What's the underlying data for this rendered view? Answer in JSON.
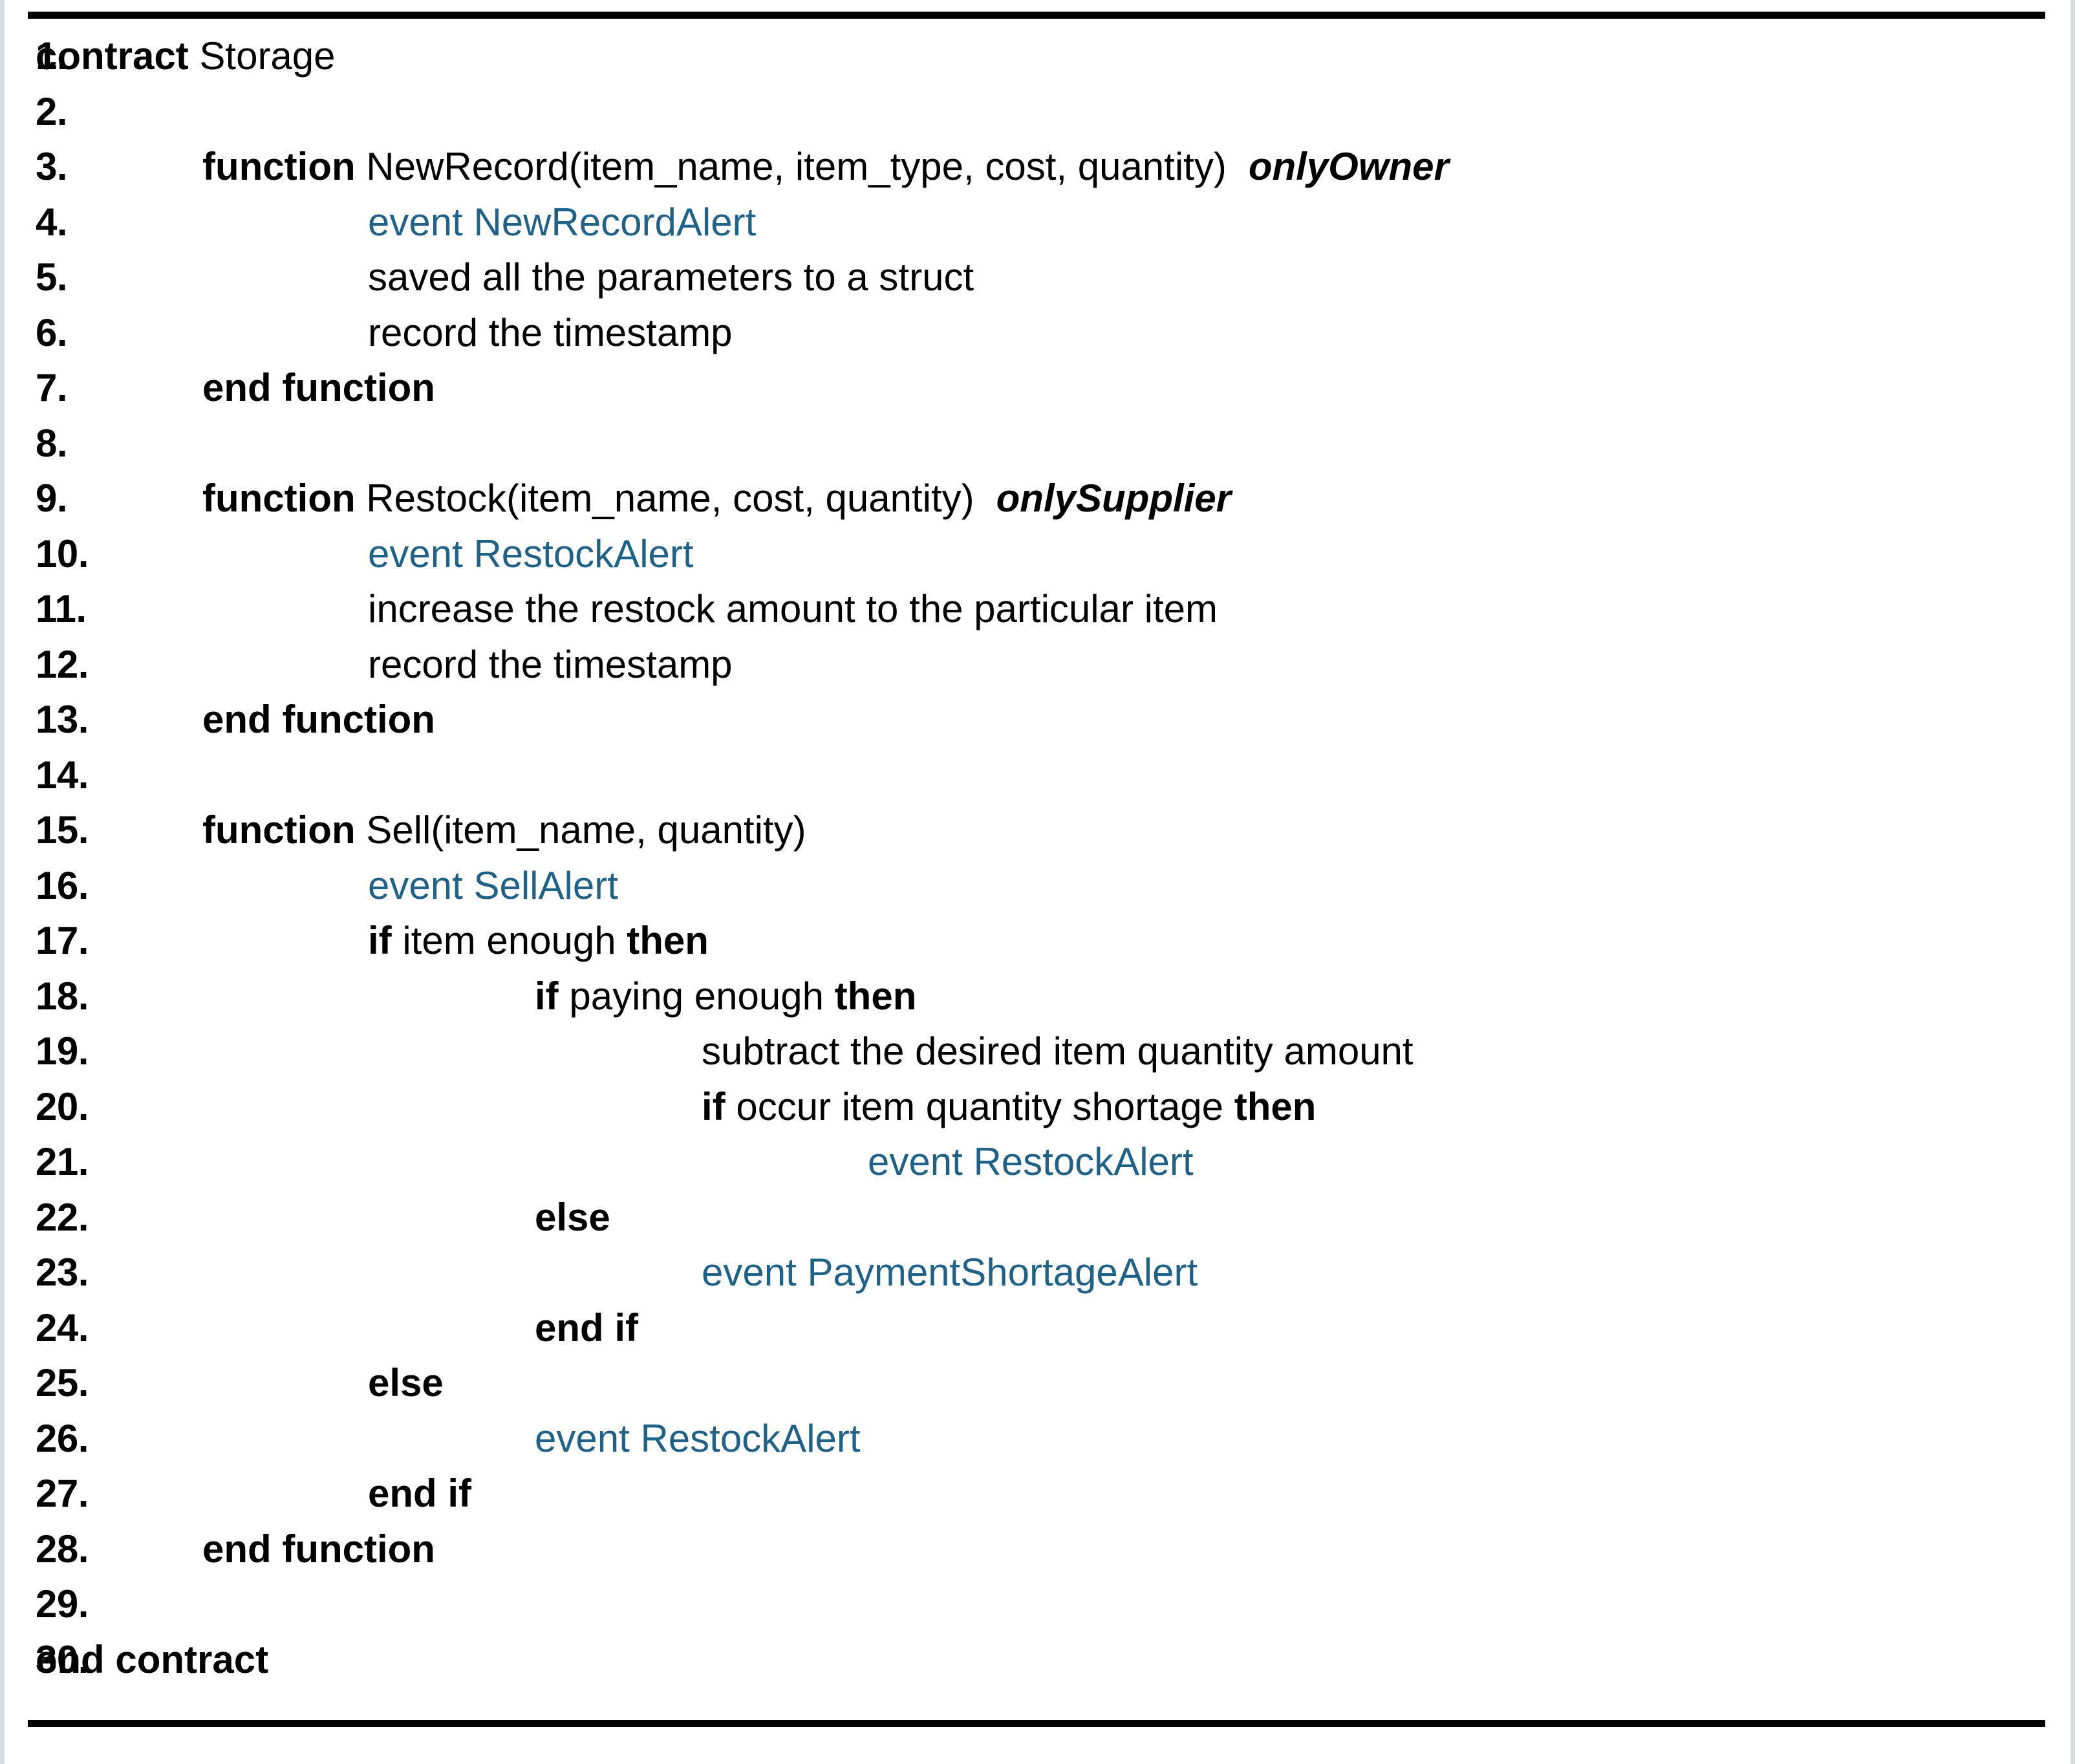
{
  "document": {
    "kind": "pseudocode-listing",
    "title_line": "contract Storage",
    "colors": {
      "text": "#000000",
      "event_blue": "#206287",
      "rule_black": "#000000",
      "frame_grey": "#d9dcdf",
      "background": "#ffffff"
    },
    "total_lines": 30
  },
  "lines": [
    {
      "no": "1.",
      "indent": 0,
      "text": "contract Storage",
      "parts": [
        {
          "t": "contract",
          "s": "kw"
        },
        {
          "t": " Storage",
          "s": "plain"
        }
      ]
    },
    {
      "no": "2.",
      "indent": 0,
      "text": "",
      "parts": []
    },
    {
      "no": "3.",
      "indent": 1,
      "text": "function NewRecord(item_name, item_type, cost, quantity)   onlyOwner",
      "parts": [
        {
          "t": "function",
          "s": "kw"
        },
        {
          "t": " NewRecord(item_name, item_type, cost, quantity)",
          "s": "plain"
        },
        {
          "t": "   ",
          "s": "gap"
        },
        {
          "t": "onlyOwner",
          "s": "mod"
        }
      ]
    },
    {
      "no": "4.",
      "indent": 2,
      "text": "event NewRecordAlert",
      "parts": [
        {
          "t": "event NewRecordAlert",
          "s": "evt"
        }
      ]
    },
    {
      "no": "5.",
      "indent": 2,
      "text": "saved all the parameters to a struct",
      "parts": [
        {
          "t": "saved all the parameters to a struct",
          "s": "plain"
        }
      ]
    },
    {
      "no": "6.",
      "indent": 2,
      "text": "record the timestamp",
      "parts": [
        {
          "t": "record the timestamp",
          "s": "plain"
        }
      ]
    },
    {
      "no": "7.",
      "indent": 1,
      "text": "end function",
      "parts": [
        {
          "t": "end function",
          "s": "kw"
        }
      ]
    },
    {
      "no": "8.",
      "indent": 0,
      "text": "",
      "parts": []
    },
    {
      "no": "9.",
      "indent": 1,
      "text": "function Restock(item_name, cost, quantity)   onlySupplier",
      "parts": [
        {
          "t": "function",
          "s": "kw"
        },
        {
          "t": " Restock(item_name, cost, quantity)",
          "s": "plain"
        },
        {
          "t": "   ",
          "s": "gap"
        },
        {
          "t": "onlySupplier",
          "s": "mod"
        }
      ]
    },
    {
      "no": "10.",
      "indent": 2,
      "text": "event RestockAlert",
      "parts": [
        {
          "t": "event RestockAlert",
          "s": "evt"
        }
      ]
    },
    {
      "no": "11.",
      "indent": 2,
      "text": "increase the restock amount to the particular item",
      "parts": [
        {
          "t": "increase the restock amount to the particular item",
          "s": "plain"
        }
      ]
    },
    {
      "no": "12.",
      "indent": 2,
      "text": "record the timestamp",
      "parts": [
        {
          "t": "record the timestamp",
          "s": "plain"
        }
      ]
    },
    {
      "no": "13.",
      "indent": 1,
      "text": "end function",
      "parts": [
        {
          "t": "end function",
          "s": "kw"
        }
      ]
    },
    {
      "no": "14.",
      "indent": 0,
      "text": "",
      "parts": []
    },
    {
      "no": "15.",
      "indent": 1,
      "text": "function Sell(item_name, quantity)",
      "parts": [
        {
          "t": "function",
          "s": "kw"
        },
        {
          "t": " Sell(item_name, quantity)",
          "s": "plain"
        }
      ]
    },
    {
      "no": "16.",
      "indent": 2,
      "text": "event SellAlert",
      "parts": [
        {
          "t": "event SellAlert",
          "s": "evt"
        }
      ]
    },
    {
      "no": "17.",
      "indent": 2,
      "text": "if item enough then",
      "parts": [
        {
          "t": "if",
          "s": "kw"
        },
        {
          "t": " item enough ",
          "s": "plain"
        },
        {
          "t": "then",
          "s": "kw"
        }
      ]
    },
    {
      "no": "18.",
      "indent": 4,
      "text": "if paying enough then",
      "parts": [
        {
          "t": "if",
          "s": "kw"
        },
        {
          "t": " paying enough ",
          "s": "plain"
        },
        {
          "t": "then",
          "s": "kw"
        }
      ]
    },
    {
      "no": "19.",
      "indent": 5,
      "text": "subtract the desired item quantity amount",
      "parts": [
        {
          "t": "subtract the desired item quantity amount",
          "s": "plain"
        }
      ]
    },
    {
      "no": "20.",
      "indent": 5,
      "text": "if occur item quantity shortage then",
      "parts": [
        {
          "t": "if",
          "s": "kw"
        },
        {
          "t": " occur item quantity shortage ",
          "s": "plain"
        },
        {
          "t": "then",
          "s": "kw"
        }
      ]
    },
    {
      "no": "21.",
      "indent": 6,
      "text": "event RestockAlert",
      "parts": [
        {
          "t": "event RestockAlert",
          "s": "evt"
        }
      ]
    },
    {
      "no": "22.",
      "indent": 4,
      "text": "else",
      "parts": [
        {
          "t": "else",
          "s": "kw"
        }
      ]
    },
    {
      "no": "23.",
      "indent": 5,
      "text": "event PaymentShortageAlert",
      "parts": [
        {
          "t": "event PaymentShortageAlert",
          "s": "evt"
        }
      ]
    },
    {
      "no": "24.",
      "indent": 4,
      "text": "end if",
      "parts": [
        {
          "t": "end if",
          "s": "kw"
        }
      ]
    },
    {
      "no": "25.",
      "indent": 2,
      "text": "else",
      "parts": [
        {
          "t": "else",
          "s": "kw"
        }
      ]
    },
    {
      "no": "26.",
      "indent": 4,
      "text": "event RestockAlert",
      "parts": [
        {
          "t": "event RestockAlert",
          "s": "evt"
        }
      ]
    },
    {
      "no": "27.",
      "indent": 2,
      "text": "end if",
      "parts": [
        {
          "t": "end if",
          "s": "kw"
        }
      ]
    },
    {
      "no": "28.",
      "indent": 1,
      "text": "end function",
      "parts": [
        {
          "t": "end function",
          "s": "kw"
        }
      ]
    },
    {
      "no": "29.",
      "indent": 0,
      "text": "",
      "parts": []
    },
    {
      "no": "30.",
      "indent": 0,
      "text": "end contract",
      "parts": [
        {
          "t": "end contract",
          "s": "kw"
        }
      ]
    }
  ]
}
